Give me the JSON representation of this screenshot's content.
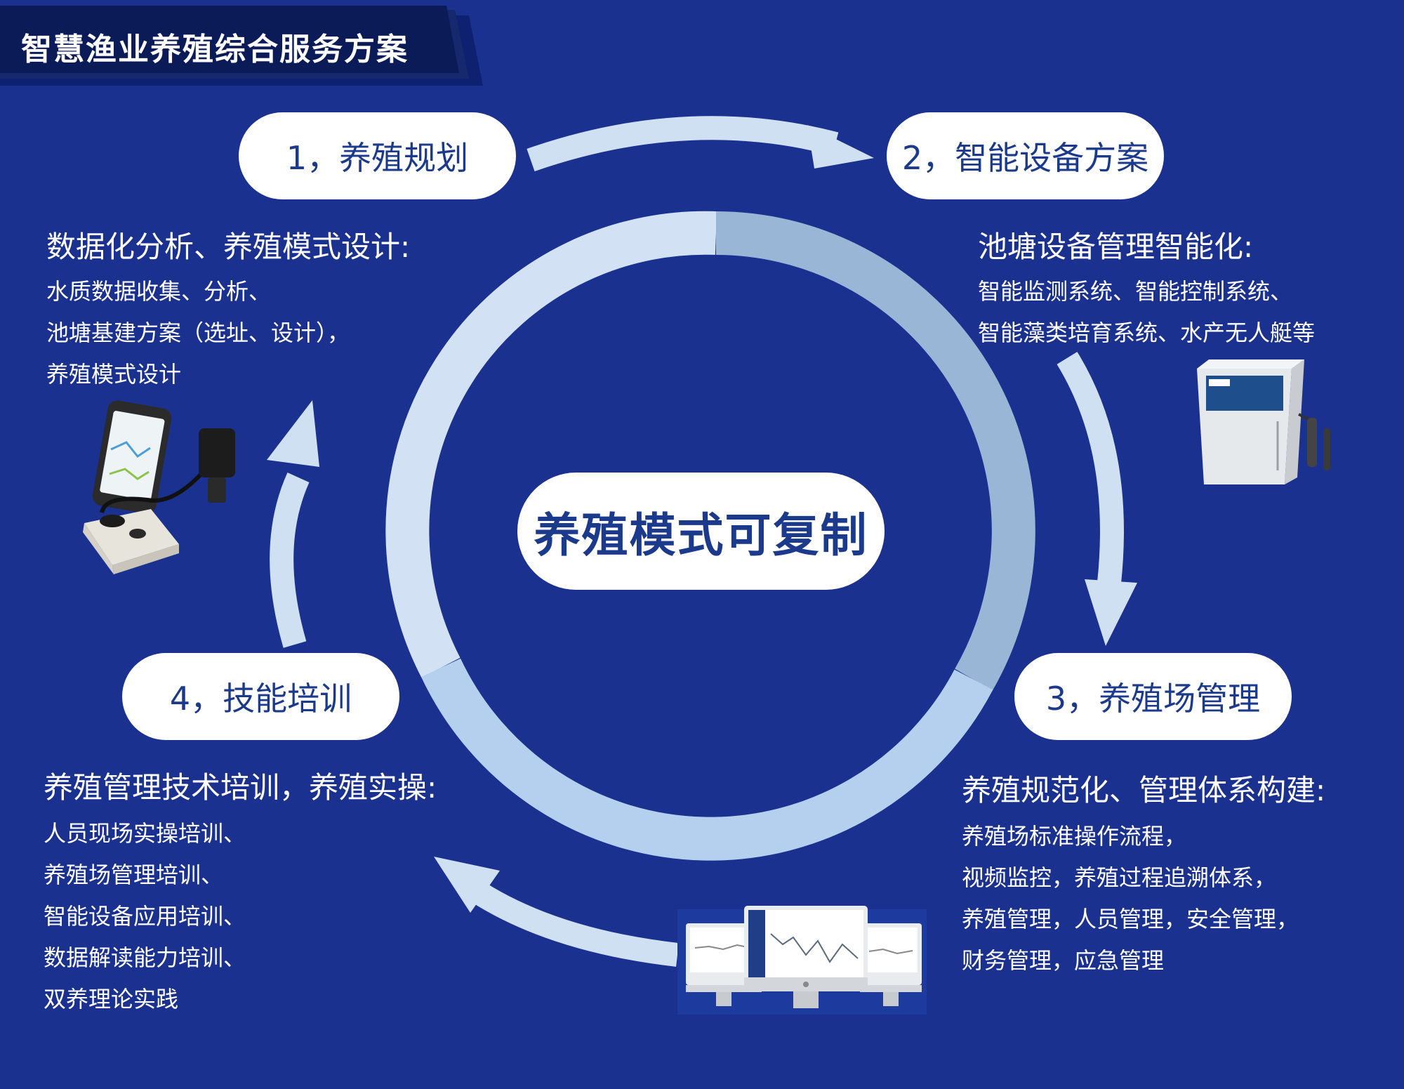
{
  "title": "智慧渔业养殖综合服务方案",
  "center": "养殖模式可复制",
  "colors": {
    "background": "#1a3190",
    "pill_text": "#1b3a8c",
    "ring_light": "#d2e2f4",
    "ring_mid": "#9ab6d6",
    "ring_blue": "#b4d0ee",
    "arrow": "#cfe0f3"
  },
  "steps": [
    {
      "label": "1，养殖规划",
      "heading": "数据化分析、养殖模式设计:",
      "items": [
        "水质数据收集、分析、",
        "池塘基建方案（选址、设计），",
        "养殖模式设计"
      ]
    },
    {
      "label": "2，智能设备方案",
      "heading": "池塘设备管理智能化:",
      "items": [
        "智能监测系统、智能控制系统、",
        "智能藻类培育系统、水产无人艇等"
      ]
    },
    {
      "label": "3，养殖场管理",
      "heading": "养殖规范化、管理体系构建:",
      "items": [
        "养殖场标准操作流程，",
        "视频监控，养殖过程追溯体系，",
        "养殖管理，人员管理，安全管理，",
        "财务管理，应急管理"
      ]
    },
    {
      "label": "4，技能培训",
      "heading": "养殖管理技术培训，养殖实操:",
      "items": [
        "人员现场实操培训、",
        "养殖场管理培训、",
        "智能设备应用培训、",
        "数据解读能力培训、",
        "双养理论实践"
      ]
    }
  ],
  "icons": [
    "phone-sensor-device-icon",
    "monitoring-cabinet-icon",
    "computer-monitors-icon"
  ]
}
